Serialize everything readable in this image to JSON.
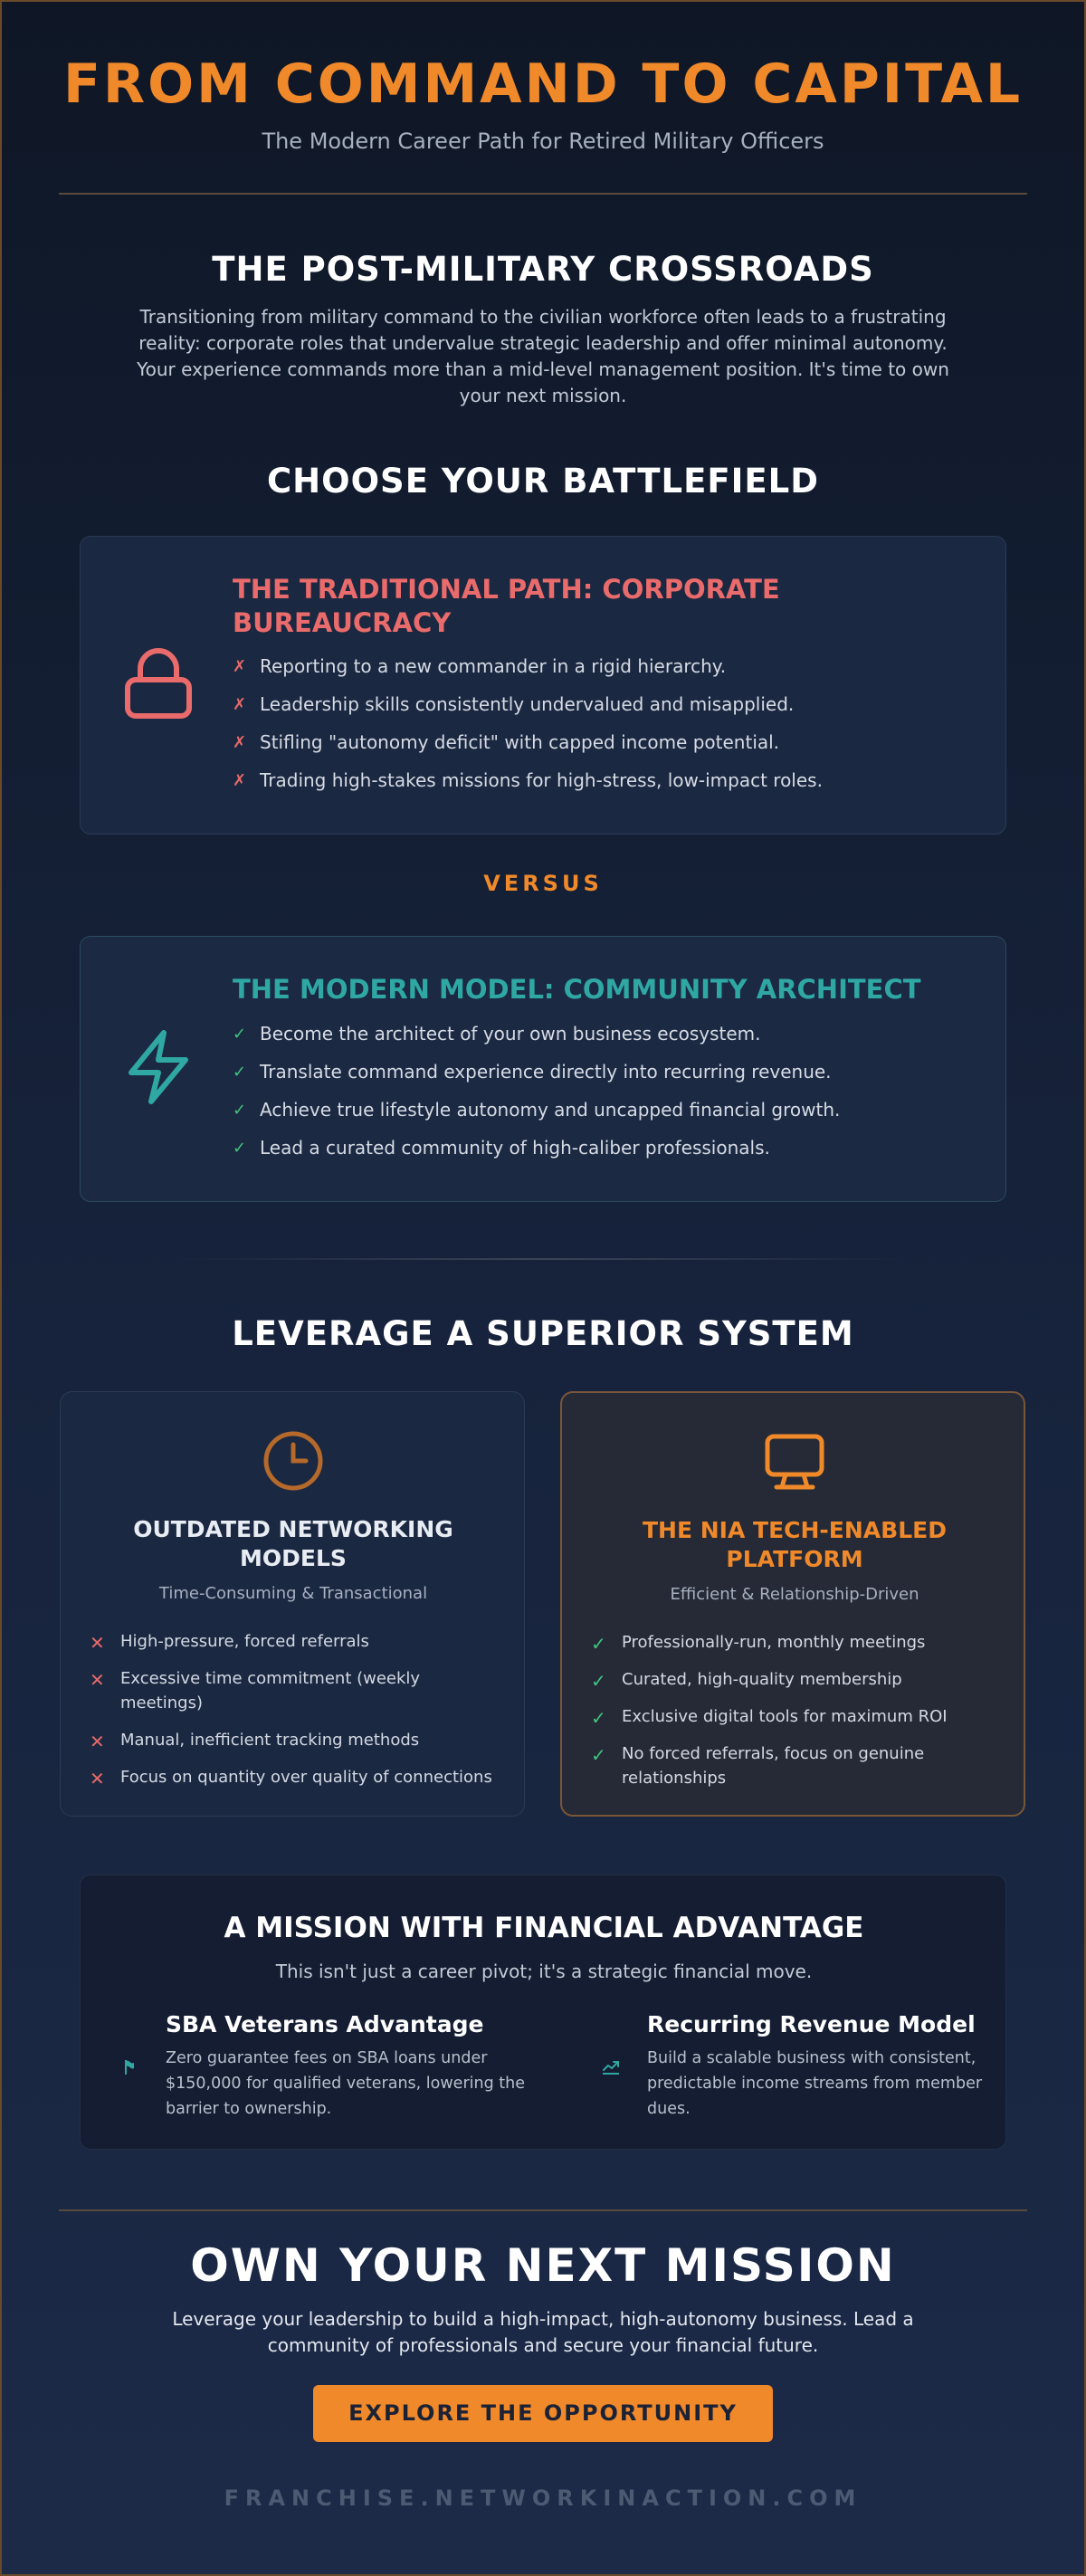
{
  "header": {
    "title": "FROM COMMAND TO CAPITAL",
    "subtitle": "The Modern Career Path for Retired Military Officers"
  },
  "crossroads": {
    "heading": "THE POST-MILITARY CROSSROADS",
    "body": "Transitioning from military command to the civilian workforce often leads to a frustrating reality: corporate roles that undervalue strategic leadership and offer minimal autonomy. Your experience commands more than a mid-level management position. It's time to own your next mission."
  },
  "battlefield": {
    "heading": "CHOOSE YOUR BATTLEFIELD",
    "traditional": {
      "icon": "lock-icon",
      "title": "THE TRADITIONAL PATH: CORPORATE BUREAUCRACY",
      "items": [
        "Reporting to a new commander in a rigid hierarchy.",
        "Leadership skills consistently undervalued and misapplied.",
        "Stifling \"autonomy deficit\" with capped income potential.",
        "Trading high-stakes missions for high-stress, low-impact roles."
      ]
    },
    "versus": "VERSUS",
    "modern": {
      "icon": "lightning-icon",
      "title": "THE MODERN MODEL: COMMUNITY ARCHITECT",
      "items": [
        "Become the architect of your own business ecosystem.",
        "Translate command experience directly into recurring revenue.",
        "Achieve true lifestyle autonomy and uncapped financial growth.",
        "Lead a curated community of high-caliber professionals."
      ]
    }
  },
  "system": {
    "heading": "LEVERAGE A SUPERIOR SYSTEM",
    "outdated": {
      "icon": "clock-icon",
      "title": "OUTDATED NETWORKING MODELS",
      "subtitle": "Time-Consuming & Transactional",
      "items": [
        "High-pressure, forced referrals",
        "Excessive time commitment (weekly meetings)",
        "Manual, inefficient tracking methods",
        "Focus on quantity over quality of connections"
      ]
    },
    "nia": {
      "icon": "monitor-icon",
      "title": "THE NIA TECH-ENABLED PLATFORM",
      "subtitle": "Efficient & Relationship-Driven",
      "items": [
        "Professionally-run, monthly meetings",
        "Curated, high-quality membership",
        "Exclusive digital tools for maximum ROI",
        "No forced referrals, focus on genuine relationships"
      ]
    }
  },
  "financial": {
    "heading": "A MISSION WITH FINANCIAL ADVANTAGE",
    "subtitle": "This isn't just a career pivot; it's a strategic financial move.",
    "sba": {
      "icon": "flag-icon",
      "title": "SBA Veterans Advantage",
      "body": "Zero guarantee fees on SBA loans under $150,000 for qualified veterans, lowering the barrier to ownership."
    },
    "recurring": {
      "icon": "chart-growth-icon",
      "title": "Recurring Revenue Model",
      "body": "Build a scalable business with consistent, predictable income streams from member dues."
    }
  },
  "cta": {
    "heading": "OWN YOUR NEXT MISSION",
    "body": "Leverage your leadership to build a high-impact, high-autonomy business. Lead a community of professionals and secure your financial future.",
    "button": "EXPLORE THE OPPORTUNITY"
  },
  "footer": {
    "url": "FRANCHISE.NETWORKINACTION.COM"
  },
  "markers": {
    "cross": "✗",
    "check": "✓",
    "times": "✕"
  },
  "colors": {
    "accent": "#f0892a",
    "negative": "#ea6b6b",
    "positive_teal": "#2fa8a4",
    "check_green": "#3fc47e",
    "background": "#16223a"
  }
}
